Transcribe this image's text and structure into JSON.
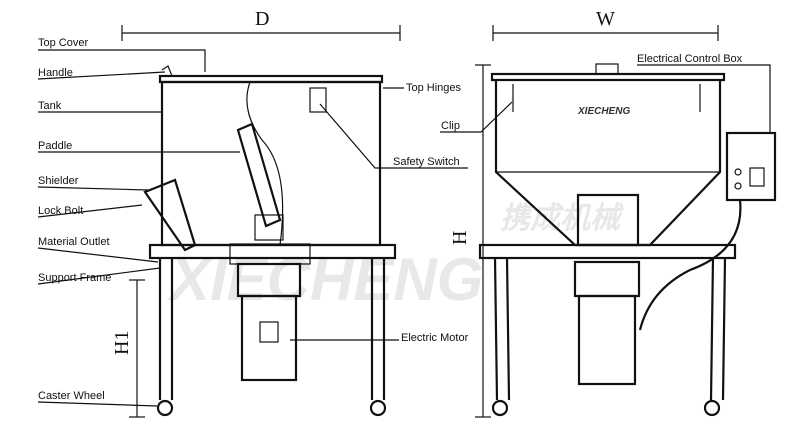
{
  "watermark": {
    "brand": "XIECHENG",
    "chinese": "携成机械"
  },
  "dimensions": {
    "depth": "D",
    "width": "W",
    "height": "H",
    "frame_height": "H1"
  },
  "labels": {
    "top_cover": "Top Cover",
    "handle": "Handle",
    "tank": "Tank",
    "paddle": "Paddle",
    "shielder": "Shielder",
    "lock_bolt": "Lock Bolt",
    "material_outlet": "Material Outlet",
    "support_frame": "Support Frame",
    "caster_wheel": "Caster Wheel",
    "top_hinges": "Top Hinges",
    "safety_switch": "Safety Switch",
    "clip": "Clip",
    "electric_motor": "Electric Motor",
    "electrical_control_box": "Electrical Control Box"
  }
}
